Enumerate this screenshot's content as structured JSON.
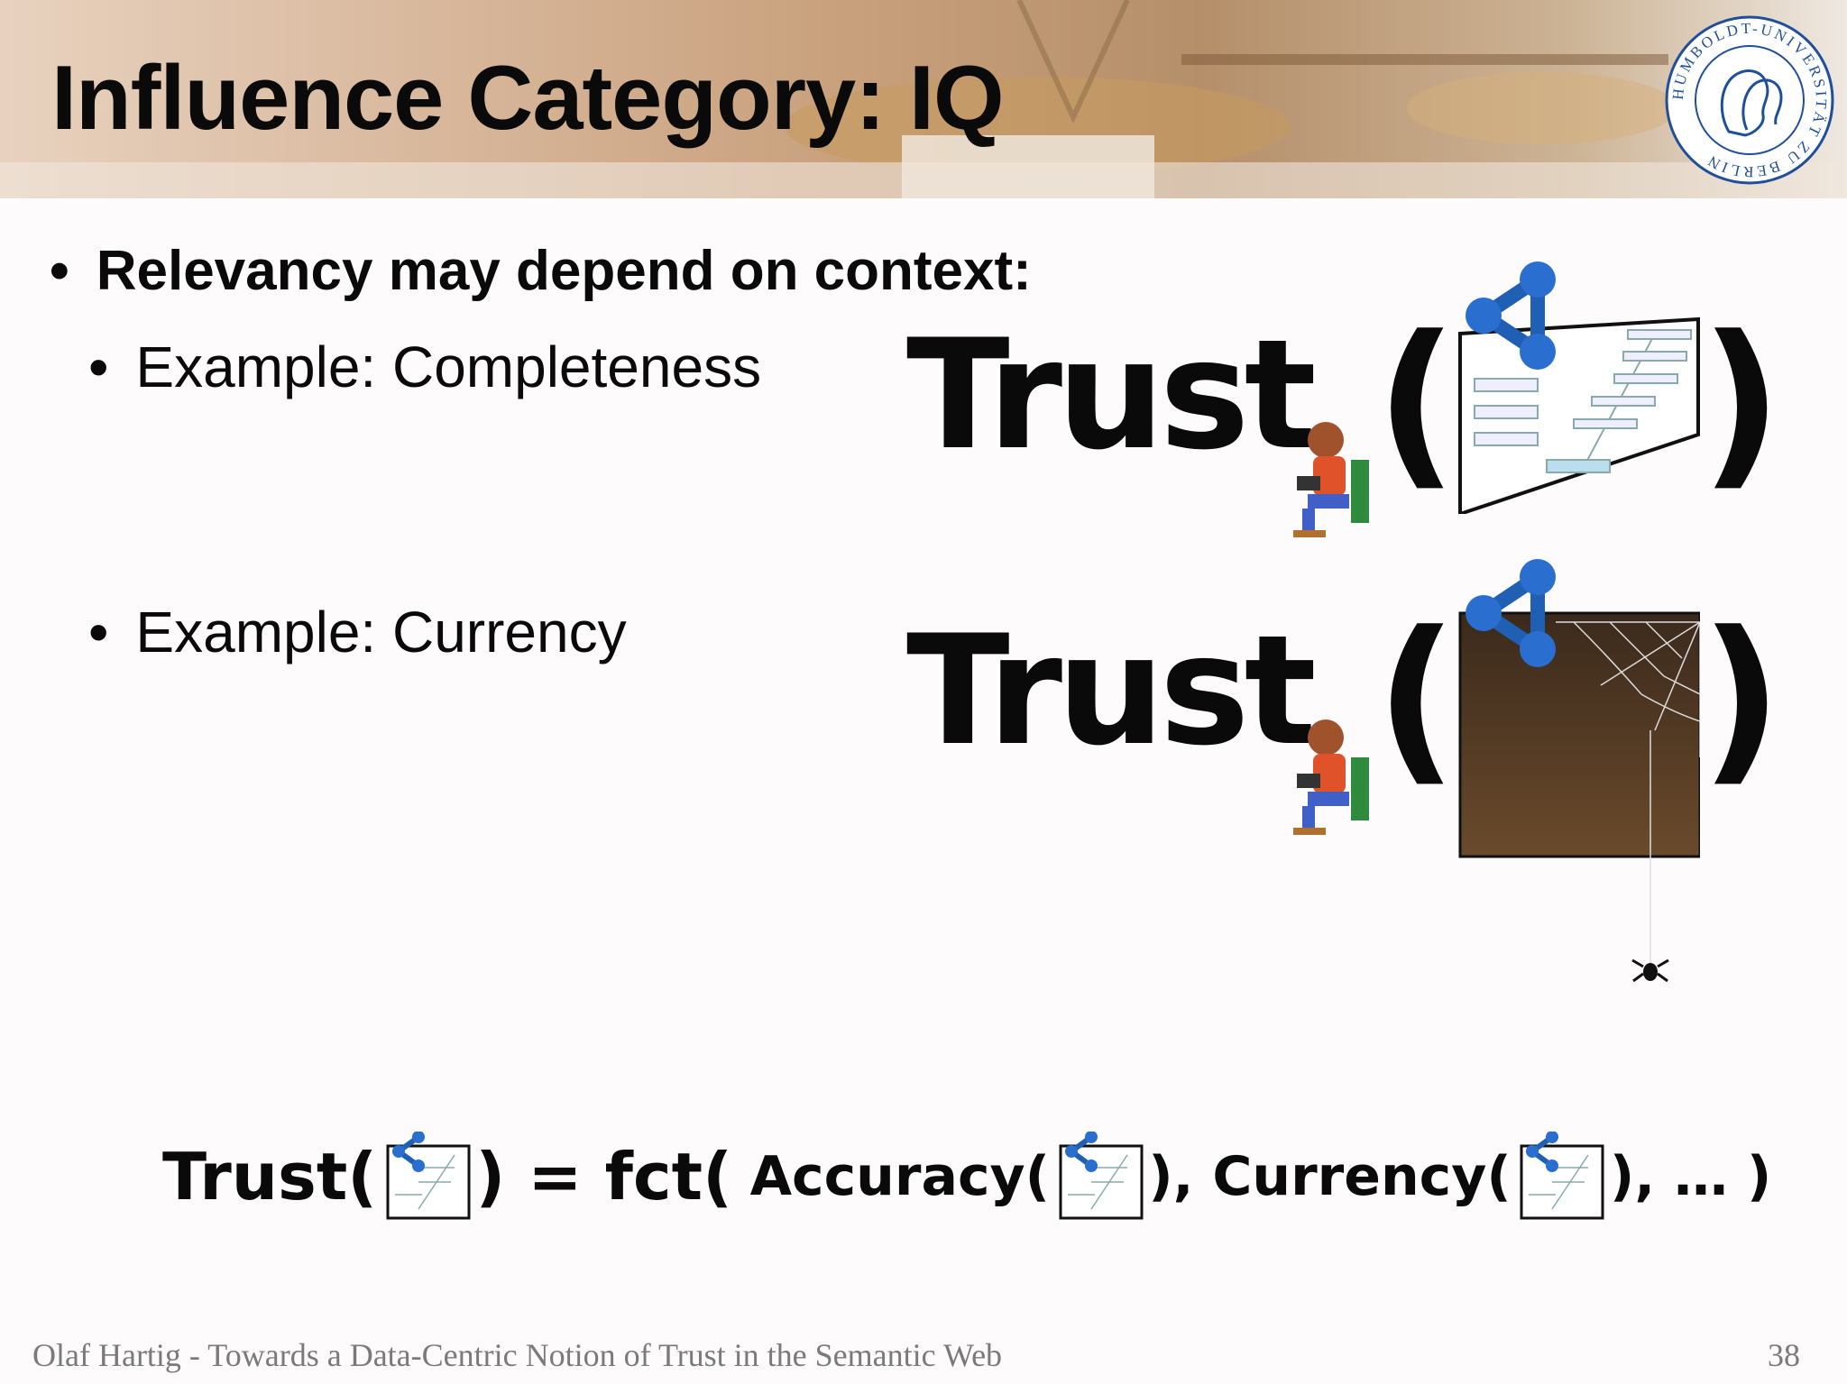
{
  "slide": {
    "title": "Influence Category: IQ",
    "bullets": [
      {
        "text": "Relevancy may depend on context:",
        "level": 1,
        "bold": true
      },
      {
        "text": "Example: Completeness",
        "level": 2
      },
      {
        "text": "Example: Currency",
        "level": 2
      }
    ],
    "trust_word": "Trust",
    "formula": {
      "lhs": "Trust(",
      "eq": ") = fct(",
      "accuracy": "Accuracy(",
      "currency": "), Currency(",
      "tail": "), … )"
    },
    "footer": "Olaf Hartig - Towards a Data-Centric Notion of Trust in the Semantic Web",
    "page_number": "38",
    "logo_text": "HUMBOLDT-UNIVERSITÄT ZU BERLIN"
  },
  "colors": {
    "accent_blue": "#1f5fb4",
    "text": "#0a0a0a",
    "footer": "#7a7a7a"
  }
}
